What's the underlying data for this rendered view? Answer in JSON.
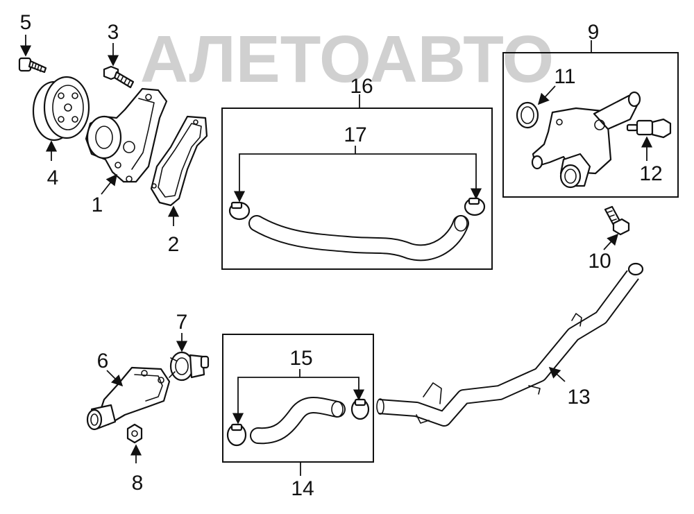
{
  "watermark": {
    "text": "АЛЕТОАВТО",
    "color": "#c8c8c8"
  },
  "colors": {
    "line": "#111111",
    "background": "#ffffff"
  },
  "callouts": [
    "1",
    "2",
    "3",
    "4",
    "5",
    "6",
    "7",
    "8",
    "9",
    "10",
    "11",
    "12",
    "13",
    "14",
    "15",
    "16",
    "17"
  ]
}
